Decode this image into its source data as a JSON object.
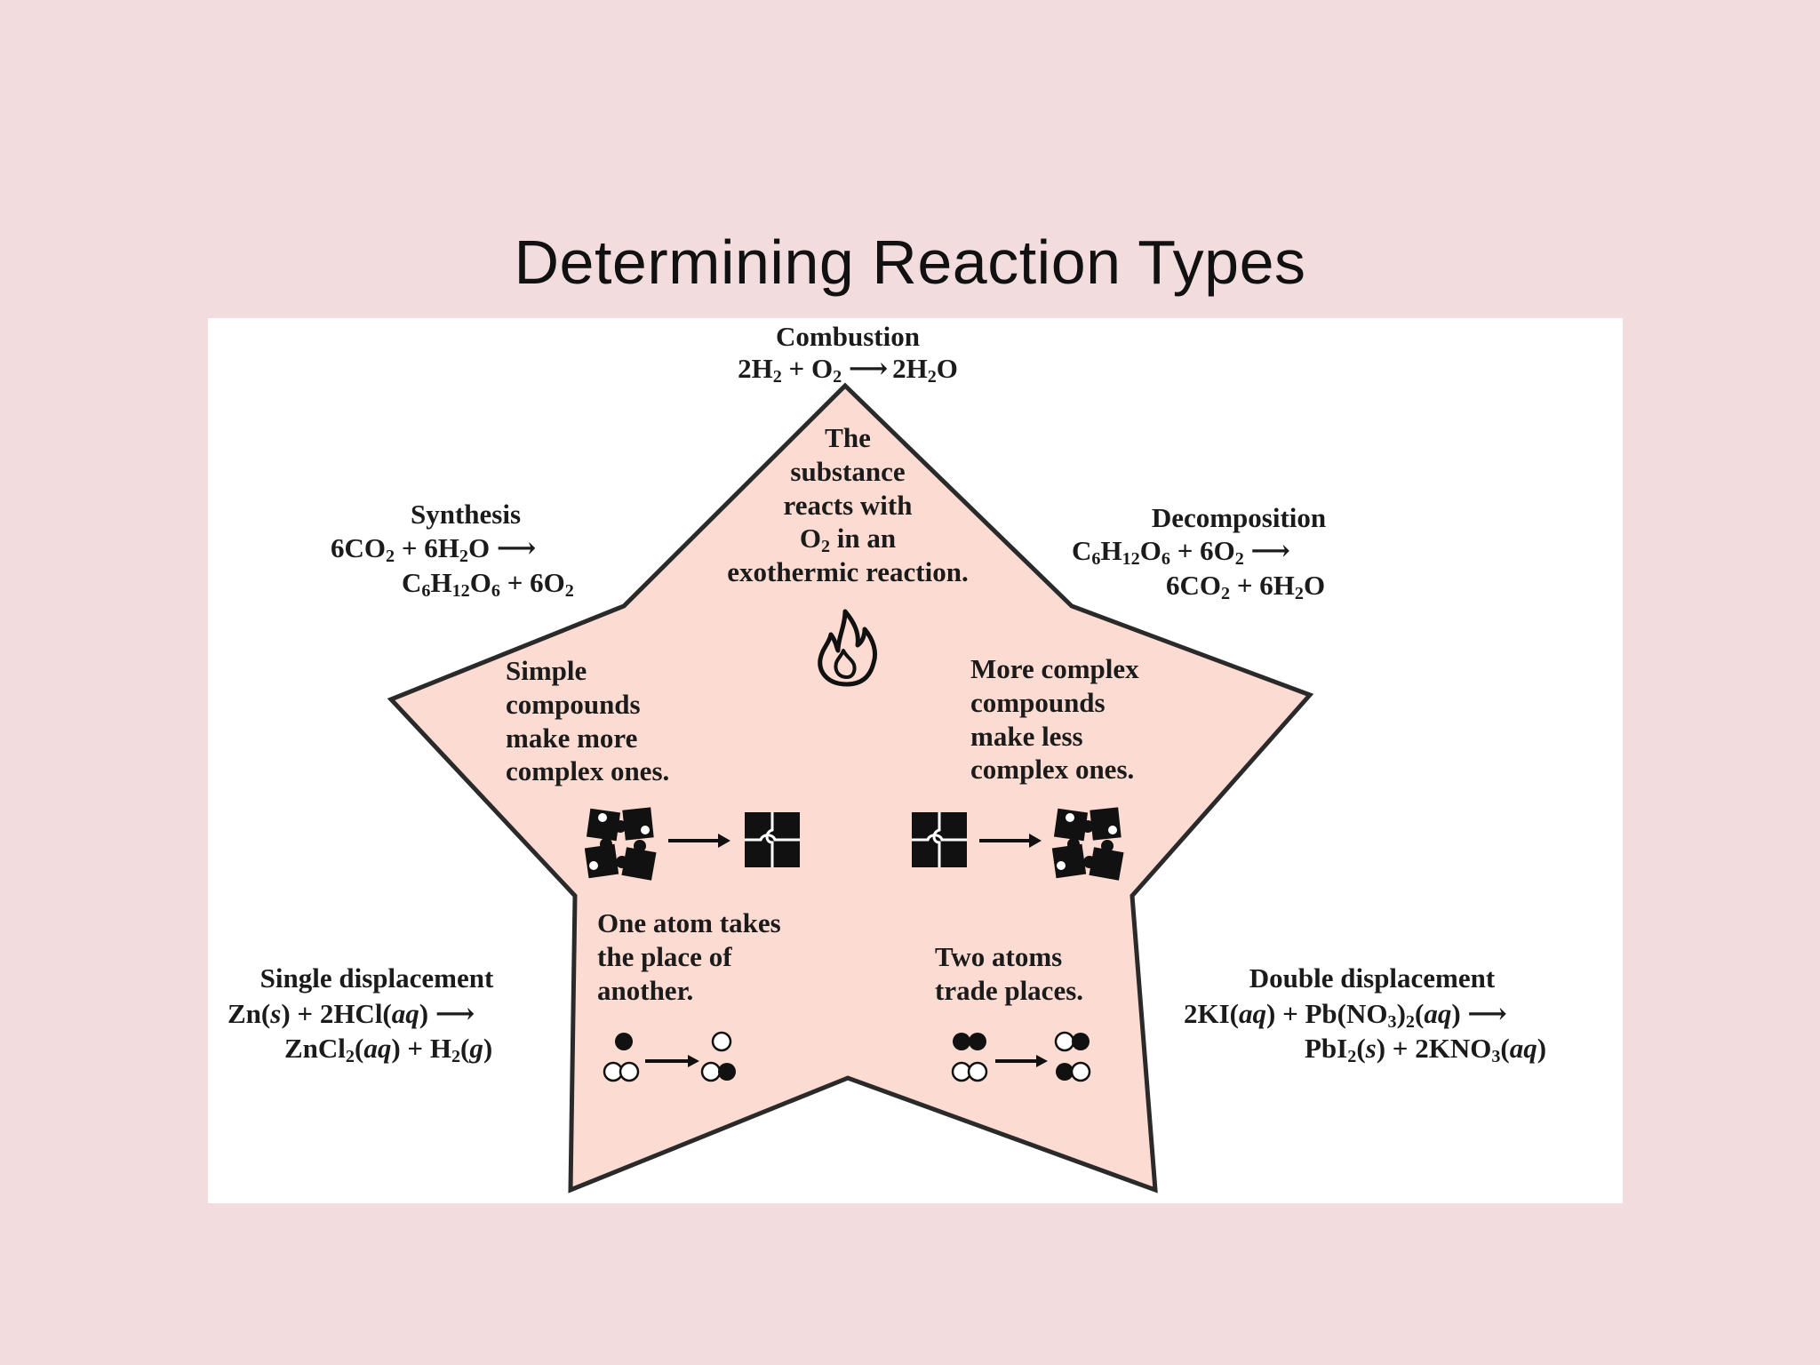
{
  "title": "Determining Reaction Types",
  "colors": {
    "background": "#f2dcde",
    "panel": "#ffffff",
    "star_fill": "#fcdcd2",
    "star_stroke": "#2a2a2a",
    "ink": "#111111"
  },
  "combustion": {
    "heading": "Combustion",
    "equation": {
      "reactant1": "2H",
      "sub1": "2",
      "plus": " + O",
      "sub2": "2",
      "arrow": " ⟶ ",
      "product": "2H",
      "sub3": "2",
      "product_end": "O"
    },
    "description": [
      "The",
      "substance",
      "reacts with",
      "O₂ in an",
      "exothermic reaction."
    ],
    "icon": "flame-icon"
  },
  "synthesis": {
    "heading": "Synthesis",
    "equation_line1": "6CO₂ + 6H₂O ⟶",
    "equation_line2": "C₆H₁₂O₆ + 6O₂",
    "description": [
      "Simple",
      "compounds",
      "make more",
      "complex ones."
    ],
    "icon": "puzzle-pieces-assemble-icon"
  },
  "decomposition": {
    "heading": "Decomposition",
    "equation_line1": "C₆H₁₂O₆ + 6O₂ ⟶",
    "equation_line2": "6CO₂ + 6H₂O",
    "description": [
      "More complex",
      "compounds",
      "make less",
      "complex ones."
    ],
    "icon": "puzzle-pieces-break-icon"
  },
  "single_displacement": {
    "heading": "Single displacement",
    "equation_line1": "Zn(s) + 2HCl(aq) ⟶",
    "equation_line2": "ZnCl₂(aq) + H₂(g)",
    "description": [
      "One atom takes",
      "the place of",
      "another."
    ],
    "icon": "atom-swap-single-icon"
  },
  "double_displacement": {
    "heading": "Double displacement",
    "equation_line1": "2KI(aq) + Pb(NO₃)₂(aq) ⟶",
    "equation_line2": "PbI₂(s) + 2KNO₃(aq)",
    "description": [
      "Two atoms",
      "trade places."
    ],
    "icon": "atom-swap-double-icon"
  }
}
